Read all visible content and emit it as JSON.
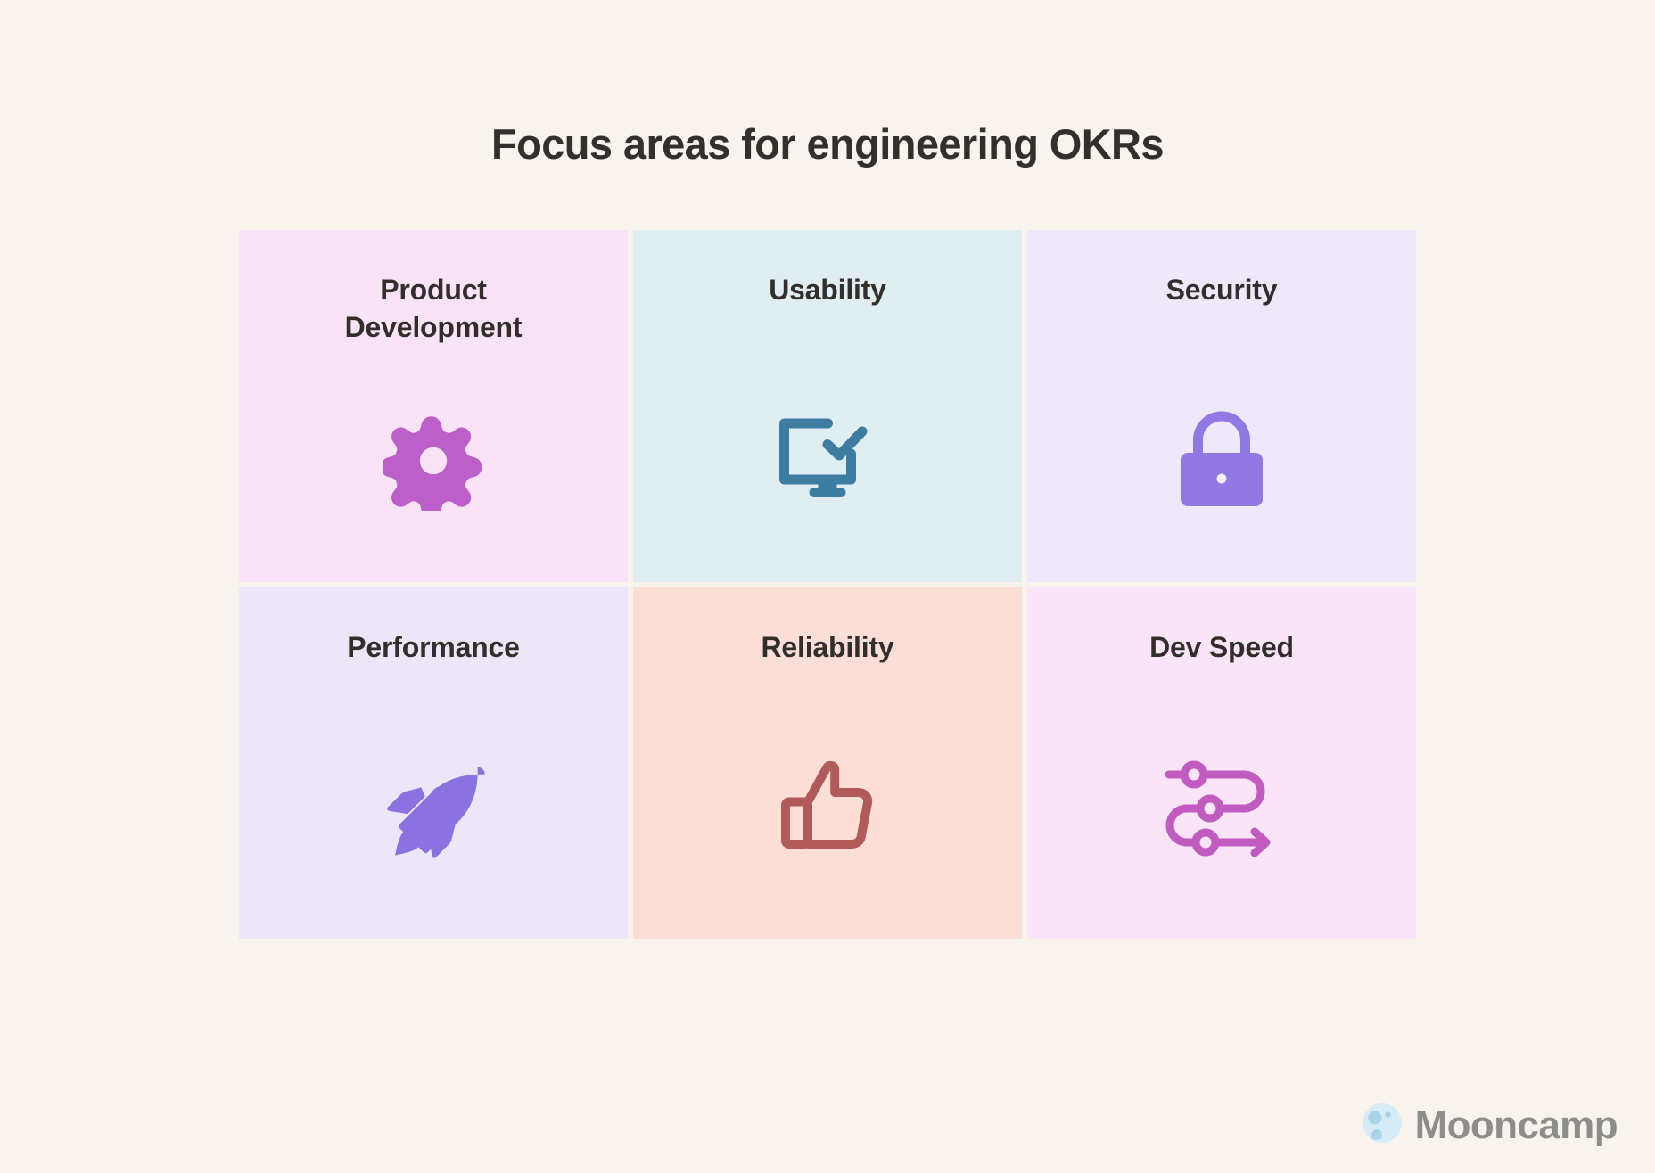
{
  "page": {
    "background_color": "#f9f3ee",
    "title": "Focus areas for engineering OKRs",
    "title_color": "#332f2c"
  },
  "cards": [
    {
      "label": "Product\nDevelopment",
      "icon": "gear-icon",
      "background_color": "#f9e3f7",
      "icon_color": "#bd5fc8",
      "text_color": "#312e2b"
    },
    {
      "label": "Usability",
      "icon": "monitor-check-icon",
      "background_color": "#e1eef1",
      "icon_color": "#3d7da1",
      "text_color": "#312e2b"
    },
    {
      "label": "Security",
      "icon": "lock-icon",
      "background_color": "#eee8fb",
      "icon_color": "#9178e2",
      "text_color": "#312e2b"
    },
    {
      "label": "Performance",
      "icon": "rocket-icon",
      "background_color": "#ebe6f8",
      "icon_color": "#8b72e0",
      "text_color": "#312e2b"
    },
    {
      "label": "Reliability",
      "icon": "thumbs-up-icon",
      "background_color": "#fbdfd7",
      "icon_color": "#b05a5a",
      "text_color": "#312e2b"
    },
    {
      "label": "Dev Speed",
      "icon": "roadmap-arrow-icon",
      "background_color": "#fae4f7",
      "icon_color": "#c25bc0",
      "text_color": "#312e2b"
    }
  ],
  "logo": {
    "name": "Mooncamp",
    "mark": "moon-icon",
    "mark_color": "#bdddee",
    "text_color": "#8d8d8a"
  }
}
